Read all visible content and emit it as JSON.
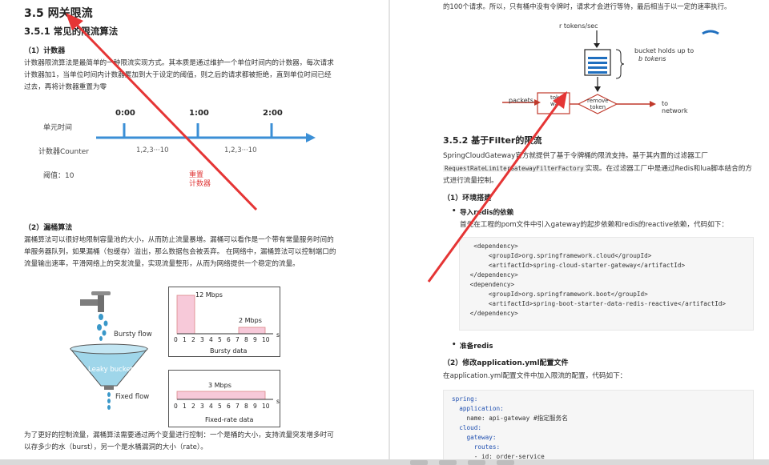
{
  "left": {
    "section_title": "3.5 网关限流",
    "subsection_title": "3.5.1 常见的限流算法",
    "counter": {
      "heading": "（1）计数器",
      "lines": [
        "计数器限流算法是最简单的一种限流实现方式。其本质是通过维护一个单位时间内的计数器，每次请求",
        "计数器加1，当单位时间内计数器累加到大于设定的阈值，则之后的请求都被拒绝，直到单位时间已经",
        "过去，再将计数器重置为零"
      ],
      "figure": {
        "unit_time_label": "单元时间",
        "counter_label": "计数器Counter",
        "threshold_label": "阈值：10",
        "ticks": [
          "0:00",
          "1:00",
          "2:00"
        ],
        "ranges": [
          "1,2,3···10",
          "1,2,3···10"
        ],
        "annotation": [
          "重置",
          "计数器"
        ]
      }
    },
    "leaky": {
      "heading": "（2）漏桶算法",
      "lines": [
        "漏桶算法可以很好地限制容量池的大小，从而防止流量暴增。漏桶可以看作是一个带有常量服务时间的",
        "单服务器队列，如果漏桶（包缓存）溢出，那么数据包会被丢弃。 在网络中，漏桶算法可以控制端口的",
        "流量输出速率，平滑网络上的突发流量，实现流量整形，从而为网络提供一个稳定的流量。"
      ],
      "figure": {
        "bursty_flow": "Bursty flow",
        "leaky_bucket": "Leaky bucket",
        "fixed_flow": "Fixed flow",
        "burst_12": "12 Mbps",
        "burst_2": "2 Mbps",
        "bursty_caption": "Bursty data",
        "fixed_3": "3 Mbps",
        "fixed_caption": "Fixed-rate data",
        "axis_unit": "s",
        "axis_ticks": [
          "0",
          "1",
          "2",
          "3",
          "4",
          "5",
          "6",
          "7",
          "8",
          "9",
          "10"
        ]
      },
      "after_lines": [
        "为了更好的控制流量，漏桶算法需要通过两个变量进行控制：一个是桶的大小，支持流量突发增多时可",
        "以存多少的水（burst），另一个是水桶漏洞的大小（rate）。"
      ]
    }
  },
  "right": {
    "top_line": "的100个请求。所以，只有桶中没有令牌时，请求才会进行等待，最后相当于以一定的速率执行。",
    "token_figure": {
      "rate": "r tokens/sec",
      "bucket_holds": "bucket holds up to",
      "b_tokens": "b tokens",
      "packets": "packets",
      "wait_a": "token",
      "wait_b": "wait",
      "remove_a": "remove",
      "remove_b": "token",
      "to_network_a": "to",
      "to_network_b": "network"
    },
    "section_title": "3.5.2 基于Filter的限流",
    "intro_a": "SpringCloudGateway官方就提供了基于令牌桶的限流支持。基于其内置的过滤器工厂",
    "intro_code": "RequestRateLimiterGatewayFilterFactory",
    "intro_b": "实现。在过滤器工厂中是通过Redis和lua脚本结合的方",
    "intro_c": "式进行流量控制。",
    "env_heading": "（1）环境搭建",
    "bullet1": "导入redis的依赖",
    "bullet1_desc": "首先在工程的pom文件中引入gateway的起步依赖和redis的reactive依赖，代码如下：",
    "xml_lines": [
      "  <dependency>",
      "      <groupId>org.springframework.cloud</groupId>",
      "      <artifactId>spring-cloud-starter-gateway</artifactId>",
      " </dependency>",
      "",
      " <dependency>",
      "      <groupId>org.springframework.boot</groupId>",
      "      <artifactId>spring-boot-starter-data-redis-reactive</artifactId>",
      " </dependency>"
    ],
    "bullet2": "准备redis",
    "yml_heading": "（2）修改application.yml配置文件",
    "yml_desc": "在application.yml配置文件中加入限流的配置，代码如下：",
    "yml_lines": [
      "spring:",
      "  application:",
      "    name: api-gateway #指定服务名",
      "  cloud:",
      "    gateway:",
      "      routes:",
      "      - id: order-service"
    ]
  },
  "colors": {
    "timeline": "#3b8fd6",
    "annotation_arrow": "#e53535",
    "bar_fill": "#f7c9d9",
    "bucket_fill": "#9fd6ea",
    "token_red": "#c0392b"
  }
}
